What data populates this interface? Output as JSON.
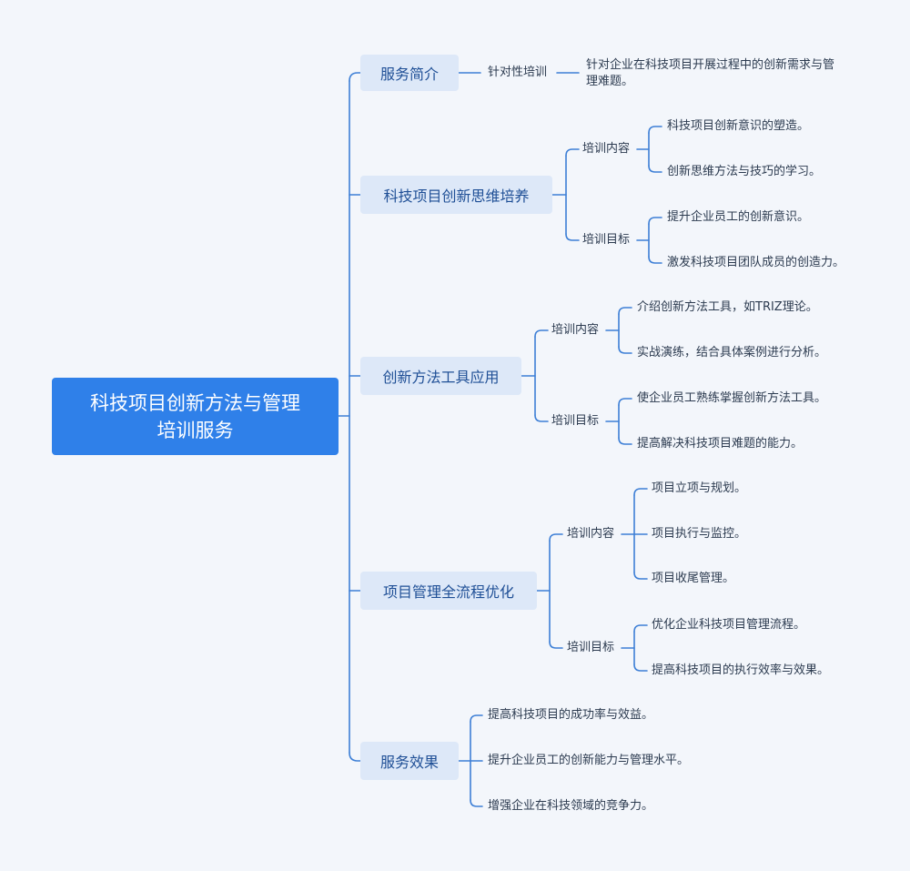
{
  "root": {
    "line1": "科技项目创新方法与管理",
    "line2": "培训服务"
  },
  "branches": [
    {
      "label": "服务简介",
      "sub": [
        {
          "label": "针对性培训",
          "leaves": [
            "针对企业在科技项目开展过程中的创新需求与管理难题。"
          ]
        }
      ]
    },
    {
      "label": "科技项目创新思维培养",
      "sub": [
        {
          "label": "培训内容",
          "leaves": [
            "科技项目创新意识的塑造。",
            "创新思维方法与技巧的学习。"
          ]
        },
        {
          "label": "培训目标",
          "leaves": [
            "提升企业员工的创新意识。",
            "激发科技项目团队成员的创造力。"
          ]
        }
      ]
    },
    {
      "label": "创新方法工具应用",
      "sub": [
        {
          "label": "培训内容",
          "leaves": [
            "介绍创新方法工具，如TRIZ理论。",
            "实战演练，结合具体案例进行分析。"
          ]
        },
        {
          "label": "培训目标",
          "leaves": [
            "使企业员工熟练掌握创新方法工具。",
            "提高解决科技项目难题的能力。"
          ]
        }
      ]
    },
    {
      "label": "项目管理全流程优化",
      "sub": [
        {
          "label": "培训内容",
          "leaves": [
            "项目立项与规划。",
            "项目执行与监控。",
            "项目收尾管理。"
          ]
        },
        {
          "label": "培训目标",
          "leaves": [
            "优化企业科技项目管理流程。",
            "提高科技项目的执行效率与效果。"
          ]
        }
      ]
    },
    {
      "label": "服务效果",
      "leaves": [
        "提高科技项目的成功率与效益。",
        "提升企业员工的创新能力与管理水平。",
        "增强企业在科技领域的竞争力。"
      ]
    }
  ],
  "colors": {
    "root_fill": "#2f80e9",
    "branch_fill": "#dde8f8",
    "line": "#3d7fd6",
    "background": "#f3f6fb"
  }
}
